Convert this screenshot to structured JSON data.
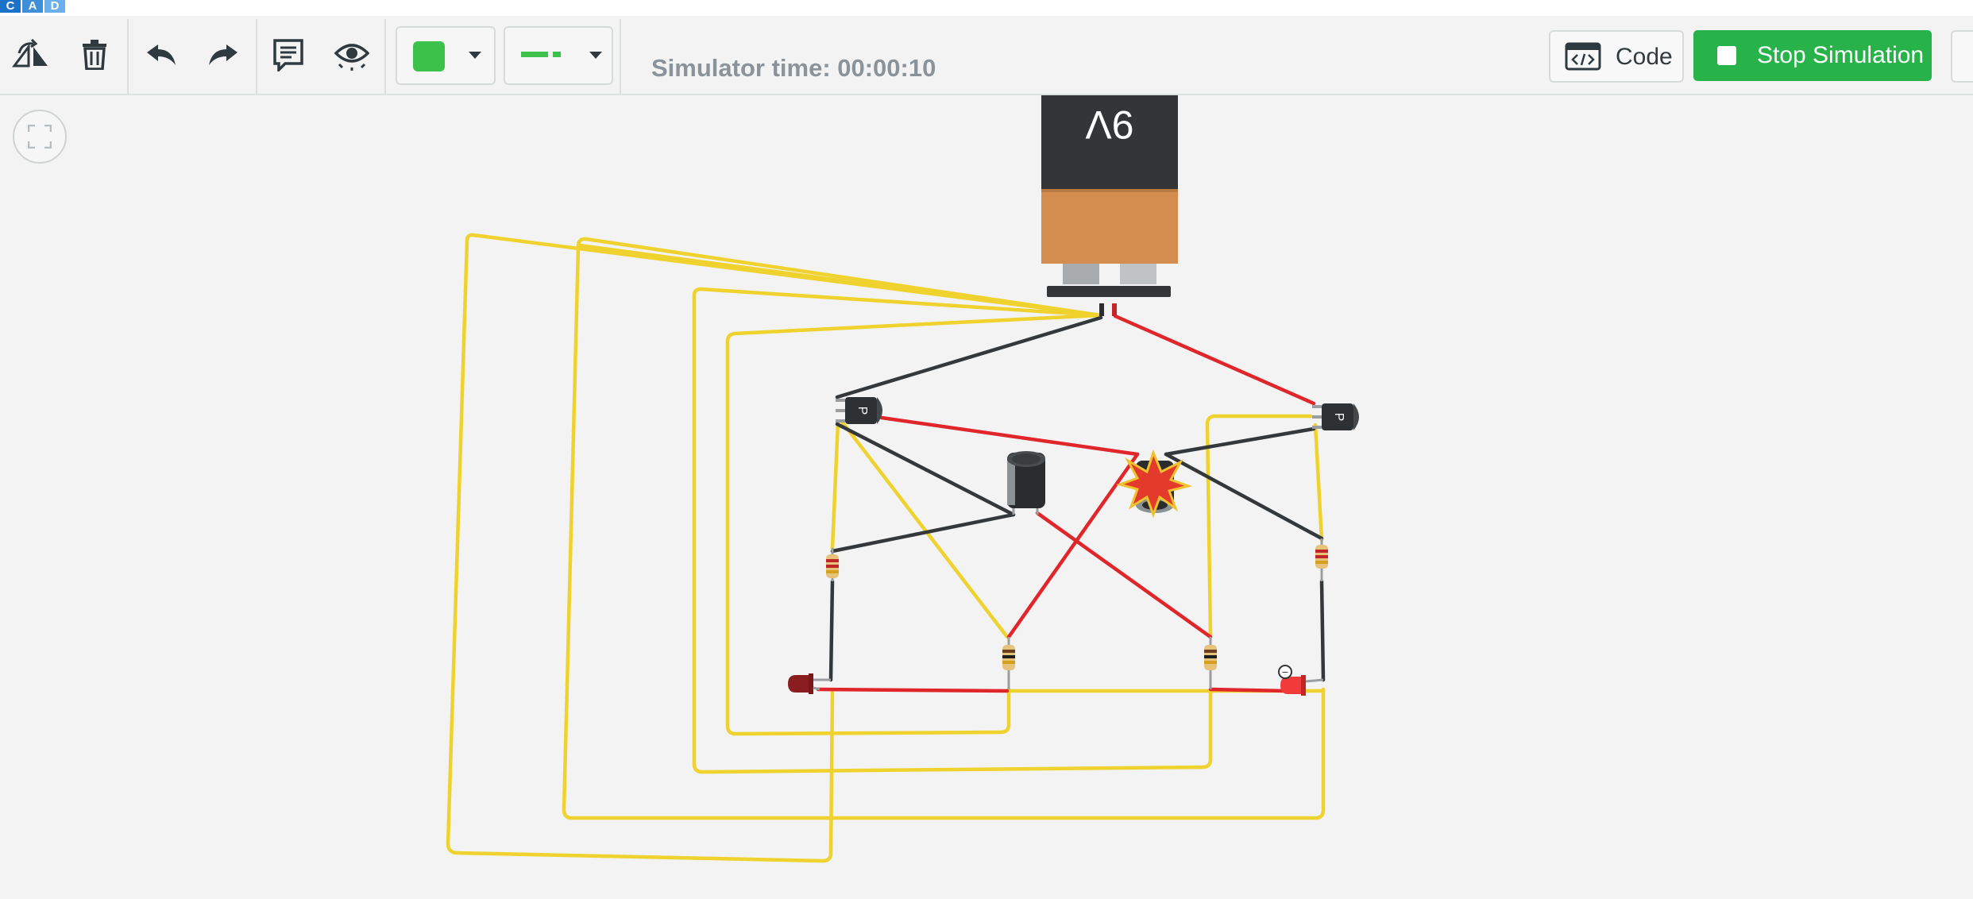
{
  "app": {
    "logo_letters": [
      "C",
      "A",
      "D"
    ]
  },
  "toolbar": {
    "rotate_icon": "rotate-icon",
    "delete_icon": "trash-icon",
    "undo_icon": "undo-icon",
    "redo_icon": "redo-icon",
    "notes_icon": "notes-icon",
    "visibility_icon": "eye-icon",
    "wire_color": "#3cc24a",
    "wire_style": "solid",
    "simulator_time": "Simulator time: 00:00:10",
    "code_label": "Code",
    "stop_label": "Stop Simulation"
  },
  "canvas": {
    "battery_label": "9V",
    "transistor_left_label": "P",
    "transistor_right_label": "P",
    "led_right_polarity": "−",
    "wire_colors": {
      "yellow": "#f0d22e",
      "red": "#e0262a",
      "black": "#34383a"
    }
  }
}
